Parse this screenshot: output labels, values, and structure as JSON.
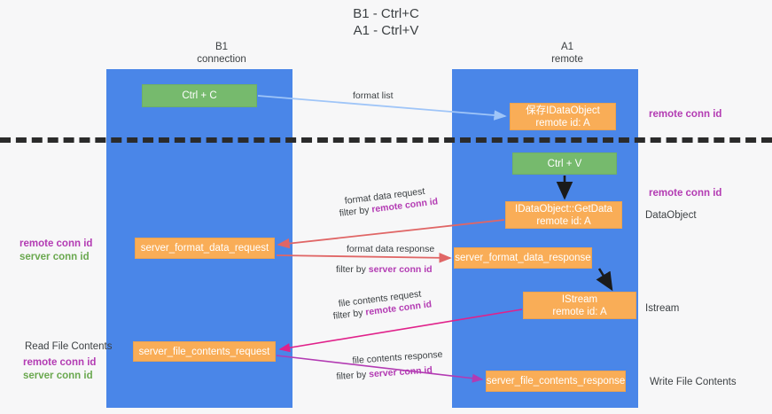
{
  "title": {
    "line1": "B1 - Ctrl+C",
    "line2": "A1 - Ctrl+V"
  },
  "columns": [
    {
      "name": "B1",
      "sub": "connection"
    },
    {
      "name": "A1",
      "sub": "remote"
    }
  ],
  "colors": {
    "lane": "#4a86e8",
    "box_green": "#76ba6d",
    "box_orange": "#f9ad57",
    "accent_purple": "#b33bb3",
    "accent_green": "#6aa84f",
    "arrow_blue": "#9fc5f8",
    "arrow_red": "#e06666",
    "arrow_magenta": "#e0218a",
    "arrow_purple": "#b33bb3",
    "arrow_black": "#1a1a1a",
    "divider": "#2b2b2b"
  },
  "boxes": {
    "ctrl_c": {
      "line1": "Ctrl + C"
    },
    "idataobject": {
      "line1": "保存IDataObject",
      "line2": "remote id: A"
    },
    "ctrl_v": {
      "line1": "Ctrl + V"
    },
    "getdata": {
      "line1": "IDataObject::GetData",
      "line2": "remote id: A"
    },
    "server_format_data_request": {
      "line1": "server_format_data_request"
    },
    "server_format_data_response": {
      "line1": "server_format_data_response"
    },
    "istream": {
      "line1": "IStream",
      "line2": "remote id: A"
    },
    "server_file_contents_request": {
      "line1": "server_file_contents_request"
    },
    "server_file_contents_response": {
      "line1": "server_file_contents_response"
    }
  },
  "annotations": {
    "right": {
      "remote_conn_id_top": "remote conn id",
      "remote_conn_id_mid": "remote conn id",
      "dataobject": "DataObject",
      "istream": "Istream",
      "write_file_contents": "Write File Contents"
    },
    "left": {
      "remote_conn_id_mid": "remote conn id",
      "server_conn_id_mid": "server conn id",
      "read_file_contents": "Read File Contents",
      "remote_conn_id_bottom": "remote conn id",
      "server_conn_id_bottom": "server conn id"
    }
  },
  "arrow_labels": {
    "format_list": "format list",
    "format_data_request": "format data request",
    "format_data_request_filter_prefix": "filter by ",
    "format_data_request_filter_key": "remote conn id",
    "format_data_response": "format data response",
    "format_data_response_filter_prefix": "filter by ",
    "format_data_response_filter_key": "server conn id",
    "file_contents_request": "file contents request",
    "file_contents_request_filter_prefix": "filter by ",
    "file_contents_request_filter_key": "remote conn id",
    "file_contents_response": "file contents response",
    "file_contents_response_filter_prefix": "filter by ",
    "file_contents_response_filter_key": "server conn id"
  }
}
